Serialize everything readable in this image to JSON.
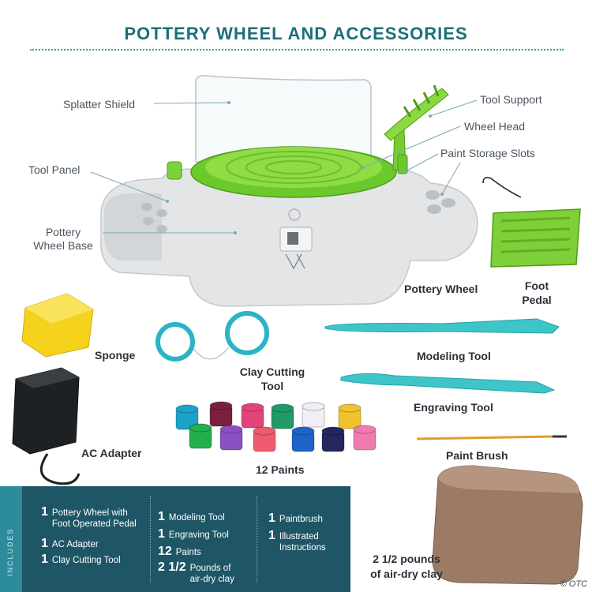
{
  "title": "POTTERY WHEEL AND ACCESSORIES",
  "callouts": {
    "splatter_shield": "Splatter Shield",
    "tool_panel": "Tool Panel",
    "pottery_wheel_base": "Pottery\nWheel Base",
    "tool_support": "Tool Support",
    "wheel_head": "Wheel Head",
    "paint_storage_slots": "Paint Storage Slots"
  },
  "items": {
    "pottery_wheel": "Pottery Wheel",
    "foot_pedal": "Foot\nPedal",
    "sponge": "Sponge",
    "clay_cutting_tool": "Clay Cutting\nTool",
    "modeling_tool": "Modeling Tool",
    "engraving_tool": "Engraving Tool",
    "ac_adapter": "AC Adapter",
    "twelve_paints": "12 Paints",
    "paint_brush": "Paint Brush",
    "air_dry_clay": "2 1/2 pounds\nof air-dry clay"
  },
  "includes": {
    "tab_label": "INCLUDES",
    "col1": [
      {
        "qty": "1",
        "text": "Pottery Wheel with\nFoot Operated Pedal"
      },
      {
        "qty": "1",
        "text": "AC Adapter"
      },
      {
        "qty": "1",
        "text": "Clay Cutting Tool"
      }
    ],
    "col2": [
      {
        "qty": "1",
        "text": "Modeling Tool"
      },
      {
        "qty": "1",
        "text": "Engraving Tool"
      },
      {
        "qty": "12",
        "text": "Paints"
      },
      {
        "qty": "2 1/2",
        "text": "Pounds of\nair-dry clay"
      }
    ],
    "col3": [
      {
        "qty": "1",
        "text": "Paintbrush"
      },
      {
        "qty": "1",
        "text": "Illustrated\nInstructions"
      }
    ]
  },
  "paint_colors": [
    "#1aa3c9",
    "#7a1f3f",
    "#e2447a",
    "#1f9a68",
    "#f2eef6",
    "#f0c22e",
    "#21b04a",
    "#8b4fc4",
    "#f05a6e",
    "#1e63c6",
    "#24265e",
    "#f07ab0"
  ],
  "watermark": "© OTC"
}
